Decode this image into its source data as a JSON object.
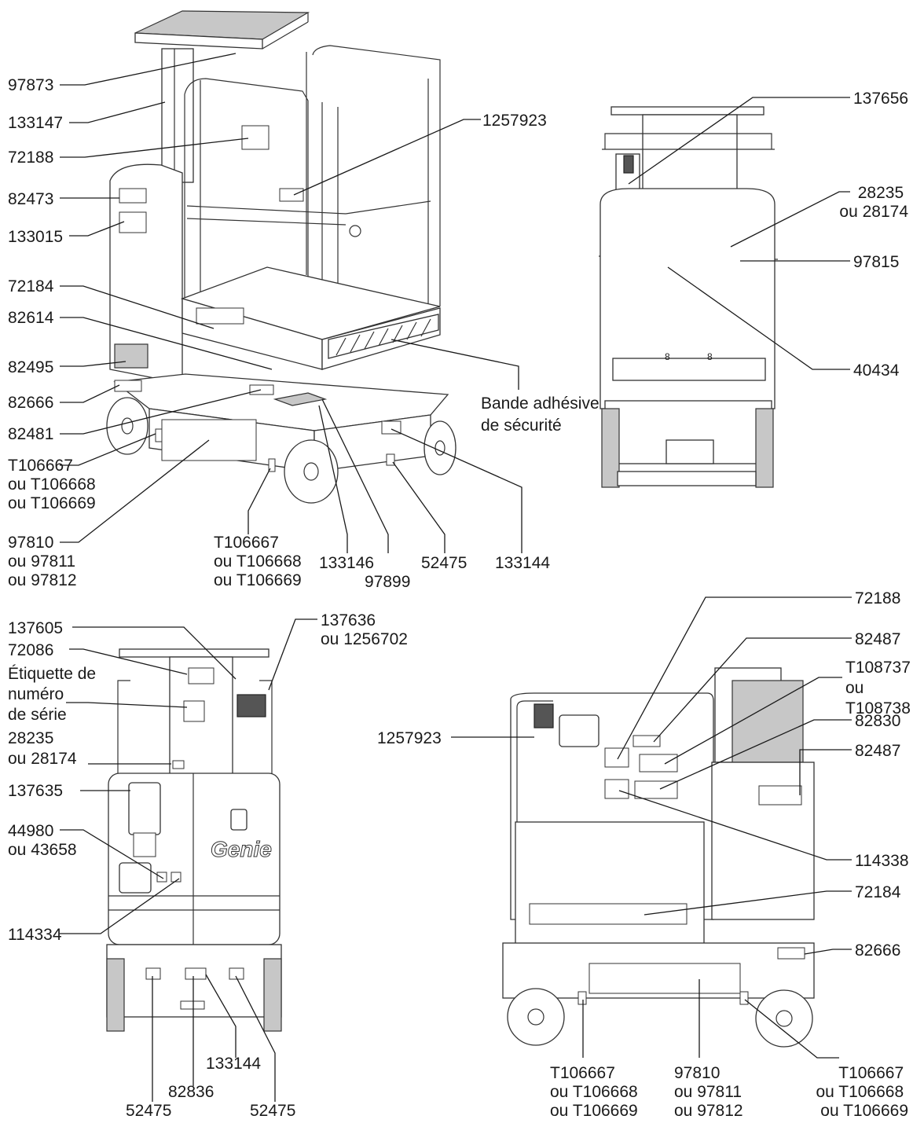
{
  "views": {
    "top_left": {
      "labels": [
        [
          "97873"
        ],
        [
          "133147"
        ],
        [
          "72188"
        ],
        [
          "82473"
        ],
        [
          "133015"
        ],
        [
          "72184"
        ],
        [
          "82614"
        ],
        [
          "82495"
        ],
        [
          "82666"
        ],
        [
          "82481"
        ],
        [
          "T106667",
          "ou T106668",
          "ou T106669"
        ],
        [
          "97810",
          "ou 97811",
          "ou 97812"
        ],
        [
          "T106667",
          "ou T106668",
          "ou T106669"
        ],
        [
          "133146"
        ],
        [
          "97899"
        ],
        [
          "52475"
        ],
        [
          "133144"
        ],
        [
          "1257923"
        ],
        [
          "Bande adhésive",
          "de sécurité"
        ]
      ]
    },
    "top_right": {
      "labels": [
        [
          "137656"
        ],
        [
          "28235",
          "ou 28174"
        ],
        [
          "97815"
        ],
        [
          "40434"
        ]
      ]
    },
    "bottom_left": {
      "labels": [
        [
          "137605"
        ],
        [
          "72086"
        ],
        [
          "Étiquette de",
          "numéro",
          "de série"
        ],
        [
          "28235",
          "ou 28174"
        ],
        [
          "137635"
        ],
        [
          "44980",
          "ou 43658"
        ],
        [
          "114334"
        ],
        [
          "137636",
          "ou 1256702"
        ],
        [
          "133144"
        ],
        [
          "82836"
        ],
        [
          "52475"
        ],
        [
          "52475"
        ]
      ],
      "brand": "Genie"
    },
    "bottom_right": {
      "labels": [
        [
          "72188"
        ],
        [
          "82487"
        ],
        [
          "T108737",
          "ou",
          "T108738"
        ],
        [
          "82830"
        ],
        [
          "82487"
        ],
        [
          "114338"
        ],
        [
          "72184"
        ],
        [
          "82666"
        ],
        [
          "1257923"
        ],
        [
          "T106667",
          "ou T106668",
          "ou T106669"
        ],
        [
          "97810",
          "ou 97811",
          "ou 97812"
        ],
        [
          "T106667",
          "ou T106668",
          "ou T106669"
        ]
      ]
    }
  }
}
